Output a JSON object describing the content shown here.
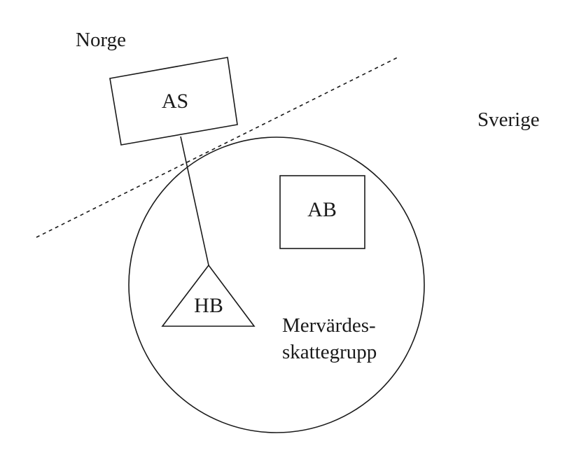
{
  "regions": {
    "left": "Norge",
    "right": "Sverige"
  },
  "entities": {
    "as": "AS",
    "ab": "AB",
    "hb": "HB"
  },
  "group": {
    "line1": "Mervärdes-",
    "line2": "skattegrupp"
  }
}
